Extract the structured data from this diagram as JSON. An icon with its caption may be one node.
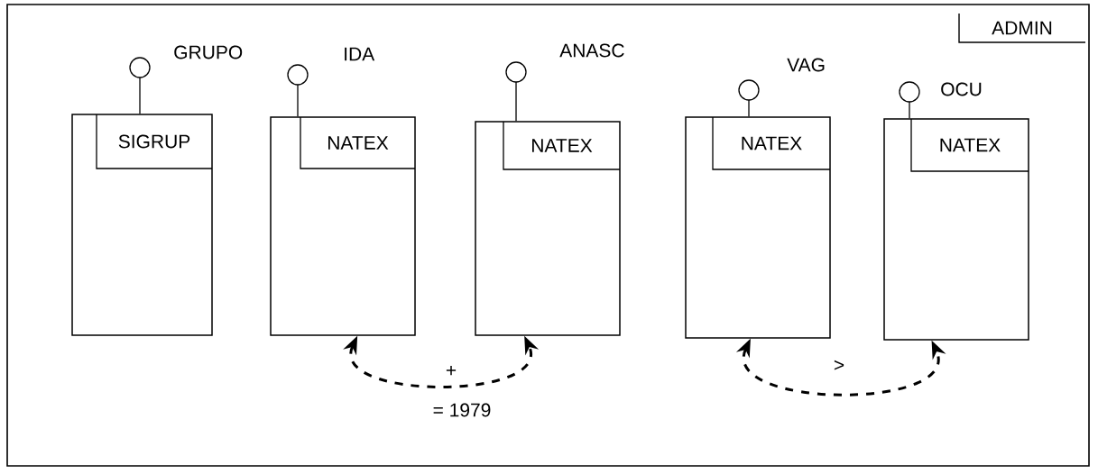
{
  "diagram": {
    "nodes": [
      {
        "text": [
          "ADMIN"
        ]
      },
      {
        "text": [
          "GRUPO"
        ],
        "in": 0
      },
      {
        "text": [],
        "shape": "box",
        "in": 0
      },
      {
        "text": [
          "SIGRUP"
        ],
        "in": 2
      },
      {
        "text": [
          "IDA"
        ],
        "in": 0
      },
      {
        "text": [],
        "shape": "box",
        "in": 0
      },
      {
        "text": [
          "NATEX"
        ],
        "in": 5
      },
      {
        "text": [
          "ANASC"
        ],
        "in": 0
      },
      {
        "text": [],
        "shape": "box",
        "in": 0
      },
      {
        "text": [
          "NATEX"
        ],
        "in": 8
      },
      {
        "text": [
          "VAG"
        ],
        "in": 0
      },
      {
        "text": [],
        "shape": "box",
        "in": 0
      },
      {
        "text": [
          "NATEX"
        ],
        "in": 11
      },
      {
        "text": [
          "OCU"
        ],
        "in": 0
      },
      {
        "text": [],
        "shape": "box",
        "in": 0
      },
      {
        "text": [
          "NATEX"
        ],
        "in": 14
      }
    ],
    "edges": [
      {
        "from": 1,
        "to": 2,
        "arrow": "none"
      },
      {
        "from": 4,
        "to": 5,
        "arrow": "none"
      },
      {
        "from": 7,
        "to": 8,
        "arrow": "none"
      },
      {
        "from": 10,
        "to": 11,
        "arrow": "none"
      },
      {
        "from": 13,
        "to": 14,
        "arrow": "none"
      },
      {
        "from": 5,
        "to": 8,
        "arrow": "both",
        "style": "dashed",
        "label": "+"
      },
      {
        "from": 11,
        "to": 14,
        "arrow": "both",
        "style": "dashed",
        "label": ">"
      }
    ],
    "labels": [
      "= 1979"
    ]
  }
}
